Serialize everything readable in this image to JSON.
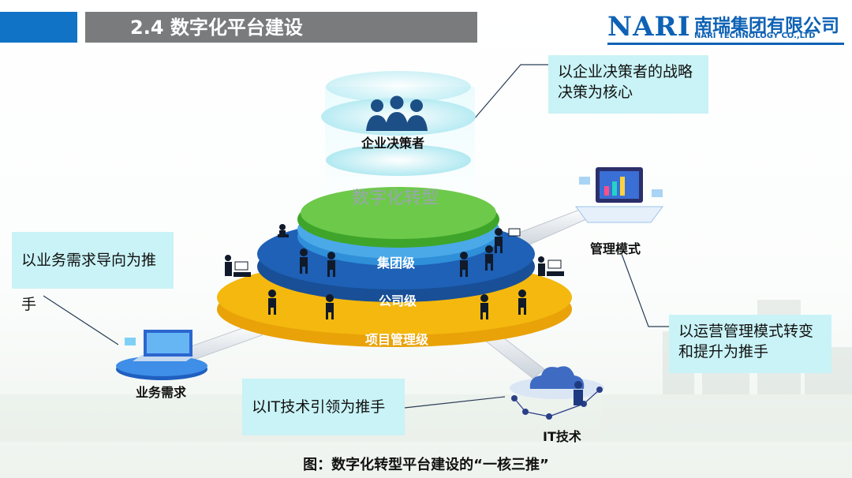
{
  "header": {
    "section_title": "2.4  数字化平台建设"
  },
  "logo": {
    "brand": "NARI",
    "company_cn": "南瑞集团有限公司",
    "company_en": "NARI TECHNOLOGY CO.,LTD"
  },
  "diagram": {
    "top_label": "企业决策者",
    "center_label": "数字化转型",
    "tiers": [
      "集团级",
      "公司级",
      "项目管理级"
    ],
    "nodes": {
      "management": "管理模式",
      "business": "业务需求",
      "it": "IT技术"
    },
    "callouts": {
      "decision": "以企业决策者的战略决策为核心",
      "business": "以业务需求导向为推手",
      "management": "以运营管理模式转变和提升为推手",
      "it": "以IT技术引领为推手"
    }
  },
  "caption": "图：数字化转型平台建设的“一核三推”",
  "colors": {
    "tier_top": "#5cbf3a",
    "tier_mid": "#1e61b6",
    "tier_bottom": "#f4b80e",
    "callout_bg": "#c9f3f6",
    "brand": "#0e62b5"
  }
}
